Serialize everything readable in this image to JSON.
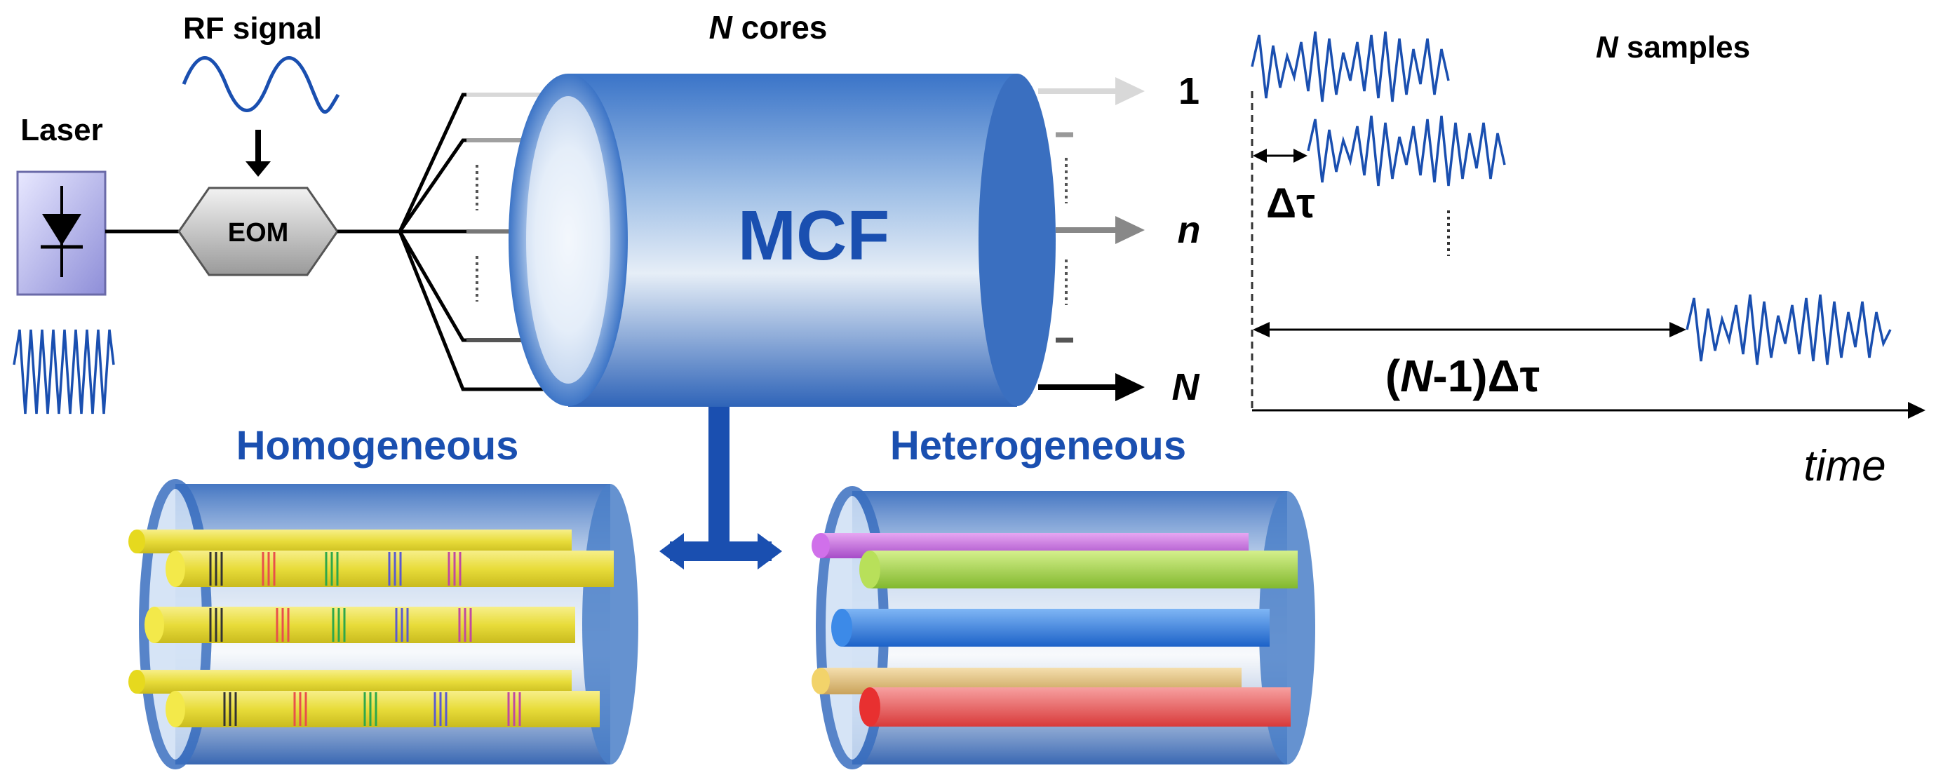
{
  "labels": {
    "rf_signal": "RF signal",
    "laser": "Laser",
    "eom": "EOM",
    "n_cores_italic": "N",
    "n_cores_rest": " cores",
    "mcf": "MCF",
    "output_1": "1",
    "output_n": "n",
    "output_N": "N",
    "n_samples_italic": "N",
    "n_samples_rest": " samples",
    "delta_tau": "Δτ",
    "total_delay_open": "(",
    "total_delay_N": "N",
    "total_delay_rest": "-1)Δτ",
    "time": "time",
    "homogeneous": "Homogeneous",
    "heterogeneous": "Heterogeneous"
  },
  "colors": {
    "signal_blue": "#1a4fb0",
    "label_blue": "#1a4fb0",
    "fiber_blue": "#5b8fd4",
    "core_yellow": "#f2e64a",
    "core_purple": "#c266e0",
    "core_green": "#a8d94a",
    "core_blue": "#2f7fe0",
    "core_orange": "#e8c47a",
    "core_red": "#f06060"
  },
  "icons": {
    "laser": "diode-icon",
    "eom": "hexagon-modulator-icon",
    "rf": "sine-wave-icon"
  }
}
